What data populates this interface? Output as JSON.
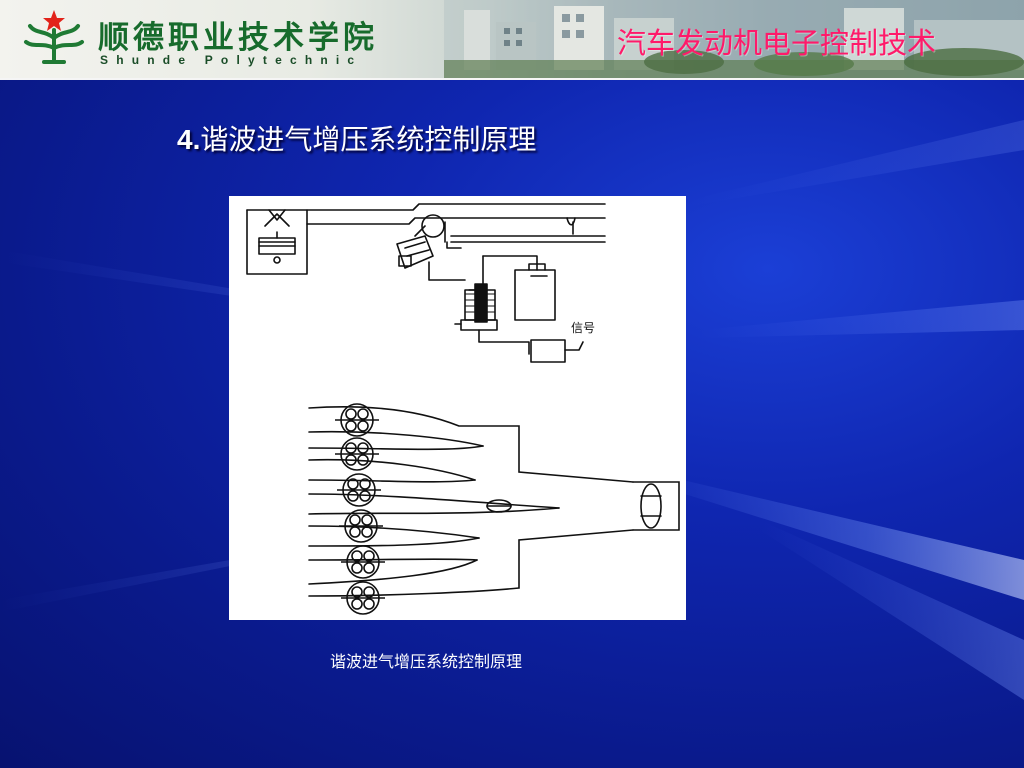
{
  "header": {
    "school_name_cn": "顺德职业技术学院",
    "school_name_en": "Shunde Polytechnic",
    "course_title": "汽车发动机电子控制技术",
    "logo_icon": "tree-logo-icon",
    "brand_green": "#176b2c",
    "course_color": "#ff1a6a"
  },
  "slide": {
    "title_number": "4.",
    "title_text": "谐波进气增压系统控制原理",
    "background_color": "#0a1a8c"
  },
  "figure": {
    "signal_label": "信号",
    "caption": "谐波进气增压系统控制原理"
  }
}
